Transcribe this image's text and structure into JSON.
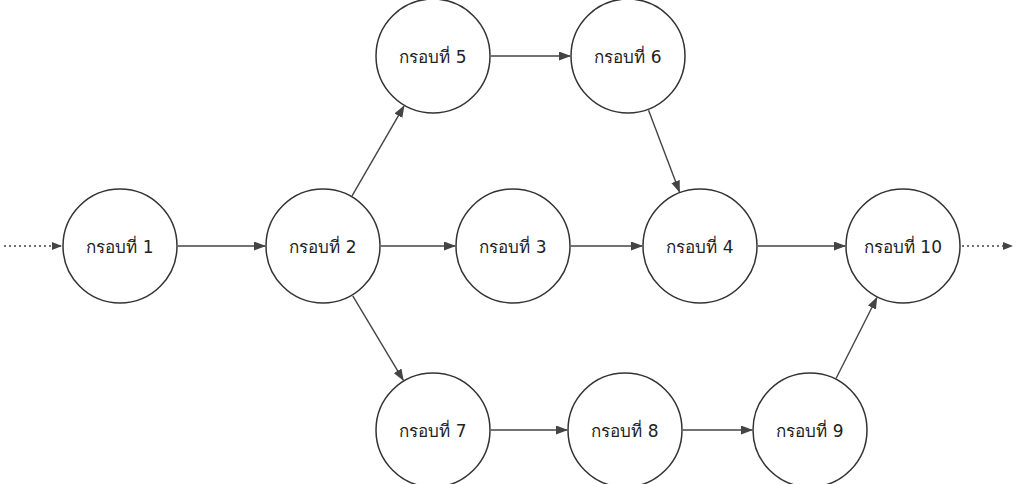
{
  "diagram": {
    "nodes": [
      {
        "text": [
          "กรอบที่ 1"
        ]
      },
      {
        "text": [
          "กรอบที่ 2"
        ]
      },
      {
        "text": [
          "กรอบที่ 5"
        ]
      },
      {
        "text": [
          "กรอบที่ 6"
        ]
      },
      {
        "text": [
          "กรอบที่ 3"
        ]
      },
      {
        "text": [
          "กรอบที่ 4"
        ]
      },
      {
        "text": [
          "กรอบที่ 10"
        ]
      },
      {
        "text": [
          "กรอบที่ 7"
        ]
      },
      {
        "text": [
          "กรอบที่ 8"
        ]
      },
      {
        "text": [
          "กรอบที่ 9"
        ]
      }
    ],
    "edges": [
      {
        "from": 0,
        "to": 1,
        "arrow": "to"
      },
      {
        "from": 1,
        "to": 2,
        "arrow": "to"
      },
      {
        "from": 2,
        "to": 3,
        "arrow": "to"
      },
      {
        "from": 3,
        "to": 5,
        "arrow": "to"
      },
      {
        "from": 1,
        "to": 4,
        "arrow": "to"
      },
      {
        "from": 4,
        "to": 5,
        "arrow": "to"
      },
      {
        "from": 5,
        "to": 6,
        "arrow": "to"
      },
      {
        "from": 1,
        "to": 7,
        "arrow": "to"
      },
      {
        "from": 7,
        "to": 8,
        "arrow": "to"
      },
      {
        "from": 8,
        "to": 9,
        "arrow": "to"
      },
      {
        "from": 9,
        "to": 6,
        "arrow": "to"
      }
    ]
  }
}
